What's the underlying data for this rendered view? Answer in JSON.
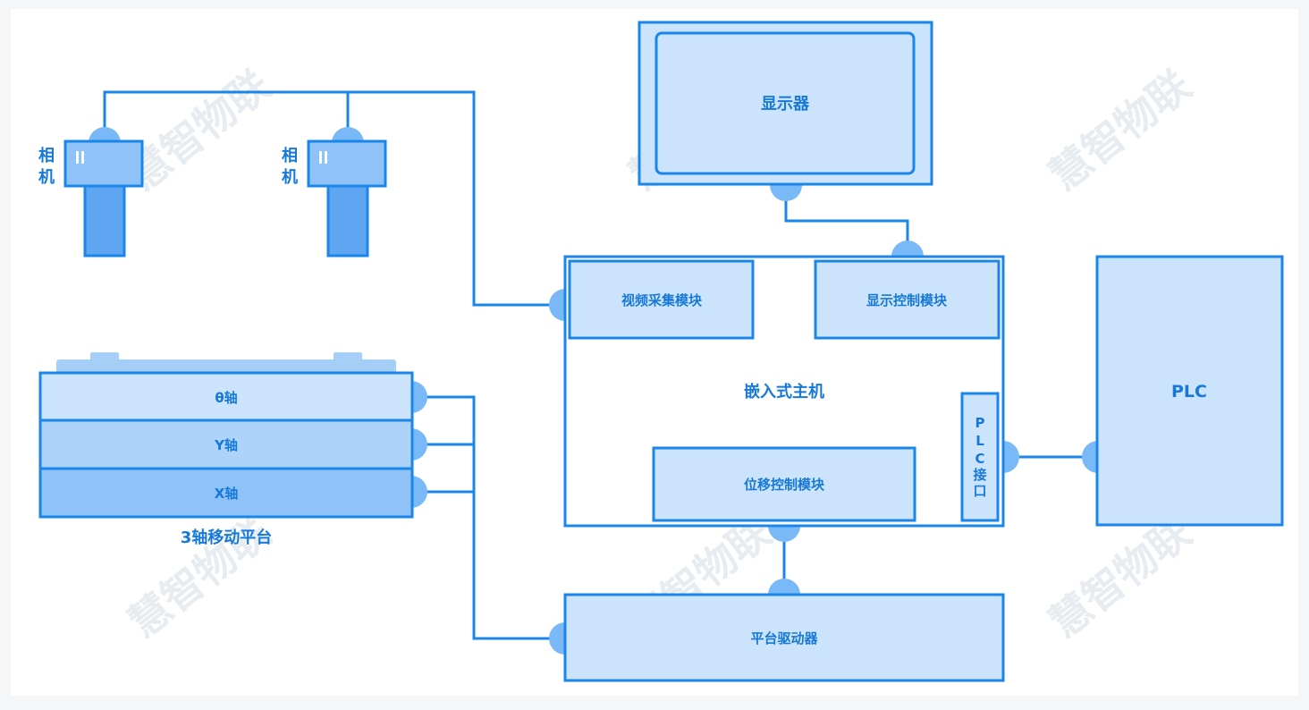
{
  "colors": {
    "stroke": "#1a86ea",
    "fill_light": "#cce4fb",
    "fill_mid": "#8fc2f7",
    "port": "#79b9f7",
    "text": "#1679d9"
  },
  "cameras": [
    {
      "label_line1": "相",
      "label_line2": "机"
    },
    {
      "label_line1": "相",
      "label_line2": "机"
    }
  ],
  "display": {
    "label": "显示器"
  },
  "host": {
    "label": "嵌入式主机",
    "video_module": "视频采集模块",
    "display_module": "显示控制模块",
    "motion_module": "位移控制模块",
    "plc_interface_chars": [
      "P",
      "L",
      "C",
      "接",
      "口"
    ]
  },
  "plc": {
    "label": "PLC"
  },
  "platform": {
    "axes": [
      "θ轴",
      "Y轴",
      "X轴"
    ],
    "label": "3轴移动平台"
  },
  "driver": {
    "label": "平台驱动器"
  },
  "watermark": "慧智物联"
}
